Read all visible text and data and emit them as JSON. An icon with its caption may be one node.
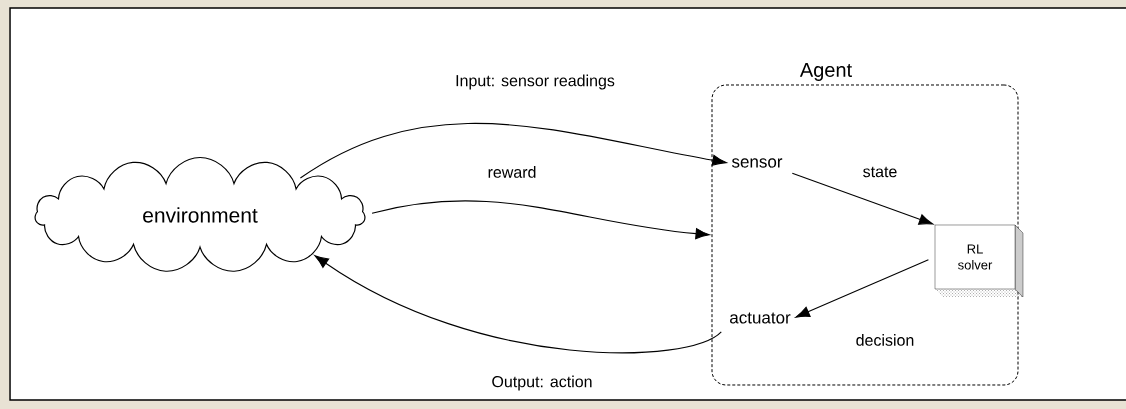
{
  "diagram": {
    "nodes": [
      {
        "text": [
          "environment"
        ]
      },
      {
        "text": [
          "Agent"
        ]
      },
      {
        "text": [
          "sensor"
        ],
        "in": 1
      },
      {
        "text": [
          "RL solver"
        ],
        "in": 1
      },
      {
        "text": [
          "actuator"
        ],
        "in": 1
      }
    ],
    "edges": [
      {
        "from": 0,
        "to": 2,
        "arrow": "to",
        "label": "Input: sensor readings"
      },
      {
        "from": 0,
        "to": 1,
        "arrow": "to",
        "label": "reward"
      },
      {
        "from": 2,
        "to": 3,
        "arrow": "to",
        "label": "state"
      },
      {
        "from": 3,
        "to": 4,
        "arrow": "to",
        "label": "decision"
      },
      {
        "from": 4,
        "to": 0,
        "arrow": "to",
        "label": "Output: action"
      }
    ]
  }
}
